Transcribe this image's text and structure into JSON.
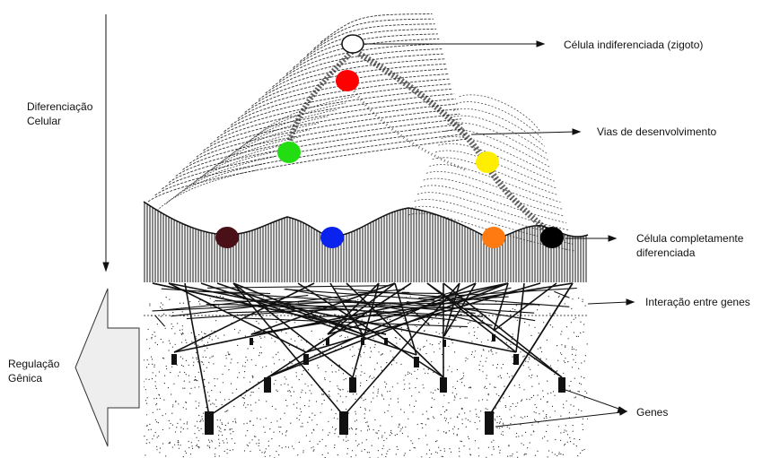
{
  "labels": {
    "zygote": "Célula indiferenciada (zigoto)",
    "pathways": "Vias de desenvolvimento",
    "differentiated_line1": "Célula completamente",
    "differentiated_line2": "diferenciada",
    "gene_interaction": "Interação entre genes",
    "genes": "Genes",
    "cell_differentiation_line1": "Diferenciação",
    "cell_differentiation_line2": "Celular",
    "gene_regulation_line1": "Regulação",
    "gene_regulation_line2": "Gênica"
  },
  "cells": [
    {
      "name": "zygote-cell",
      "color": "#ffffff"
    },
    {
      "name": "red-cell",
      "color": "#ff0000"
    },
    {
      "name": "green-cell",
      "color": "#22dd11"
    },
    {
      "name": "yellow-cell",
      "color": "#ffee00"
    },
    {
      "name": "maroon-cell",
      "color": "#4a1018"
    },
    {
      "name": "blue-cell",
      "color": "#0a22ee"
    },
    {
      "name": "orange-cell",
      "color": "#ff7a10"
    },
    {
      "name": "black-cell",
      "color": "#000000"
    }
  ],
  "colors": {
    "ink": "#111111",
    "arrow_fill": "#eeeeee",
    "arrow_stroke": "#333333"
  }
}
